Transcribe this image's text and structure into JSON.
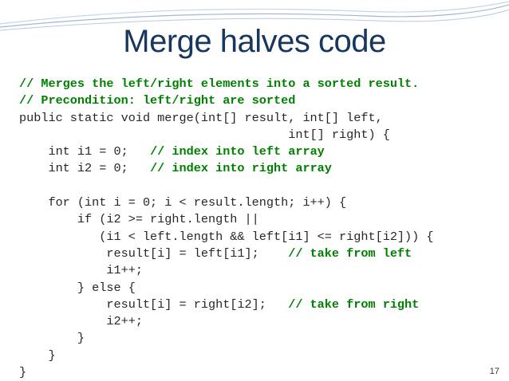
{
  "slide": {
    "title": "Merge halves code",
    "page_number": "17",
    "colors": {
      "title": "#17375e",
      "code": "#262626",
      "comment": "#008000",
      "wave_stroke": "#9fb8d6"
    }
  },
  "code": {
    "lines": [
      {
        "text": "",
        "comment": "// Merges the left/right elements into a sorted result."
      },
      {
        "text": "",
        "comment": "// Precondition: left/right are sorted"
      },
      {
        "text": "public static void merge(int[] result, int[] left,",
        "comment": ""
      },
      {
        "text": "                                     int[] right) {",
        "comment": ""
      },
      {
        "text": "    int i1 = 0;   ",
        "comment": "// index into left array"
      },
      {
        "text": "    int i2 = 0;   ",
        "comment": "// index into right array"
      },
      {
        "text": "",
        "comment": ""
      },
      {
        "text": "    for (int i = 0; i < result.length; i++) {",
        "comment": ""
      },
      {
        "text": "        if (i2 >= right.length ||",
        "comment": ""
      },
      {
        "text": "           (i1 < left.length && left[i1] <= right[i2])) {",
        "comment": ""
      },
      {
        "text": "            result[i] = left[i1];    ",
        "comment": "// take from left"
      },
      {
        "text": "            i1++;",
        "comment": ""
      },
      {
        "text": "        } else {",
        "comment": ""
      },
      {
        "text": "            result[i] = right[i2];   ",
        "comment": "// take from right"
      },
      {
        "text": "            i2++;",
        "comment": ""
      },
      {
        "text": "        }",
        "comment": ""
      },
      {
        "text": "    }",
        "comment": ""
      },
      {
        "text": "}",
        "comment": ""
      }
    ]
  }
}
